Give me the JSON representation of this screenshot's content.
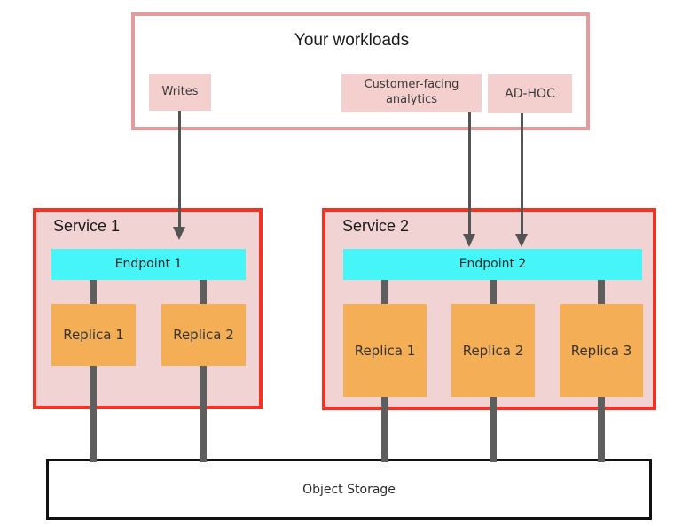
{
  "workloads": {
    "title": "Your workloads",
    "items": [
      {
        "label": "Writes"
      },
      {
        "label": "Customer-facing analytics"
      },
      {
        "label": "AD-HOC"
      }
    ]
  },
  "services": [
    {
      "name": "Service 1",
      "endpoint": "Endpoint 1",
      "replicas": [
        "Replica 1",
        "Replica 2"
      ]
    },
    {
      "name": "Service 2",
      "endpoint": "Endpoint 2",
      "replicas": [
        "Replica 1",
        "Replica 2",
        "Replica 3"
      ]
    }
  ],
  "storage": {
    "label": "Object Storage"
  },
  "icons": [
    {
      "name": "down-arrow",
      "meaning": "workload request flow into service endpoint"
    }
  ],
  "colors": {
    "workloads-border": "#e29c9c",
    "chip-bg": "#f3d0cd",
    "service-border": "#f23323",
    "service-bg": "#f0d3d2",
    "endpoint-bg": "#45f5f8",
    "replica-bg": "#f4ae55",
    "connector": "#5e5e5e",
    "arrow": "#545454",
    "storage-border": "#111111",
    "text": "#2b2b2b"
  }
}
